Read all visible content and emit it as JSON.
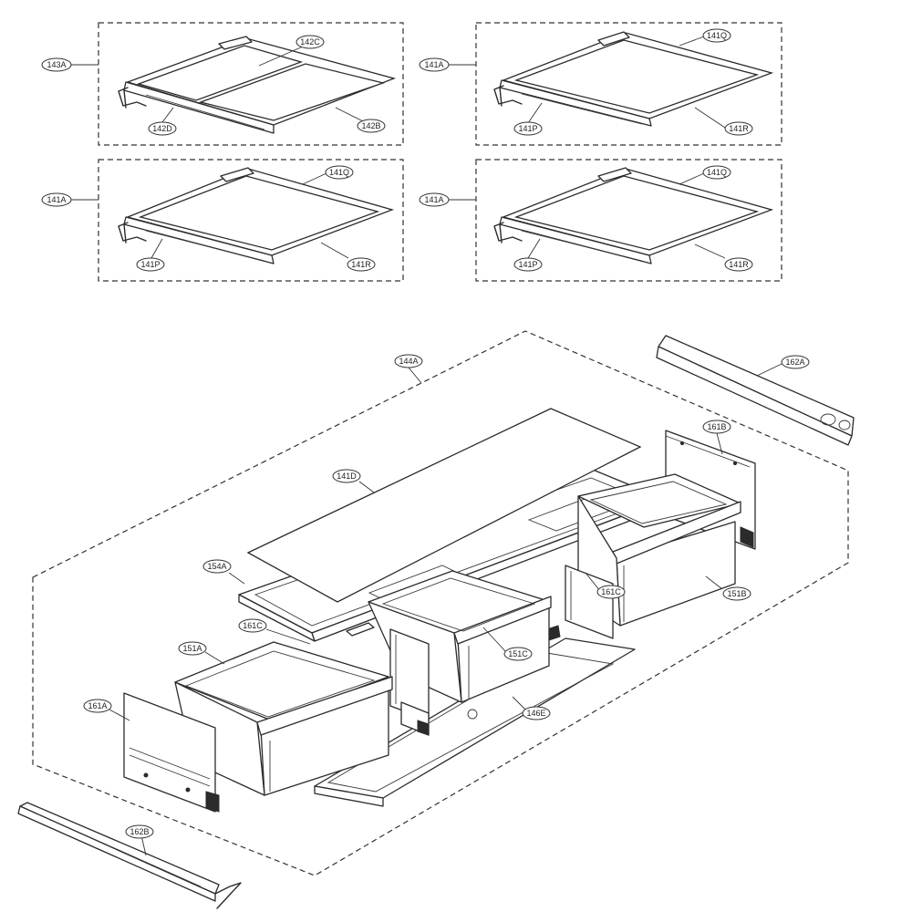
{
  "parts": {
    "p143A": "143A",
    "p142C": "142C",
    "p142D": "142D",
    "p142B": "142B",
    "p141A": "141A",
    "p141Q": "141Q",
    "p141P": "141P",
    "p141R": "141R",
    "p144A": "144A",
    "p162A": "162A",
    "p161B": "161B",
    "p141D": "141D",
    "p154A": "154A",
    "p161C": "161C",
    "p151B": "151B",
    "p151A": "151A",
    "p151C": "151C",
    "p146E": "146E",
    "p161A": "161A",
    "p162B": "162B"
  },
  "colors": {
    "line": "#2b2b2b",
    "background": "#ffffff"
  }
}
